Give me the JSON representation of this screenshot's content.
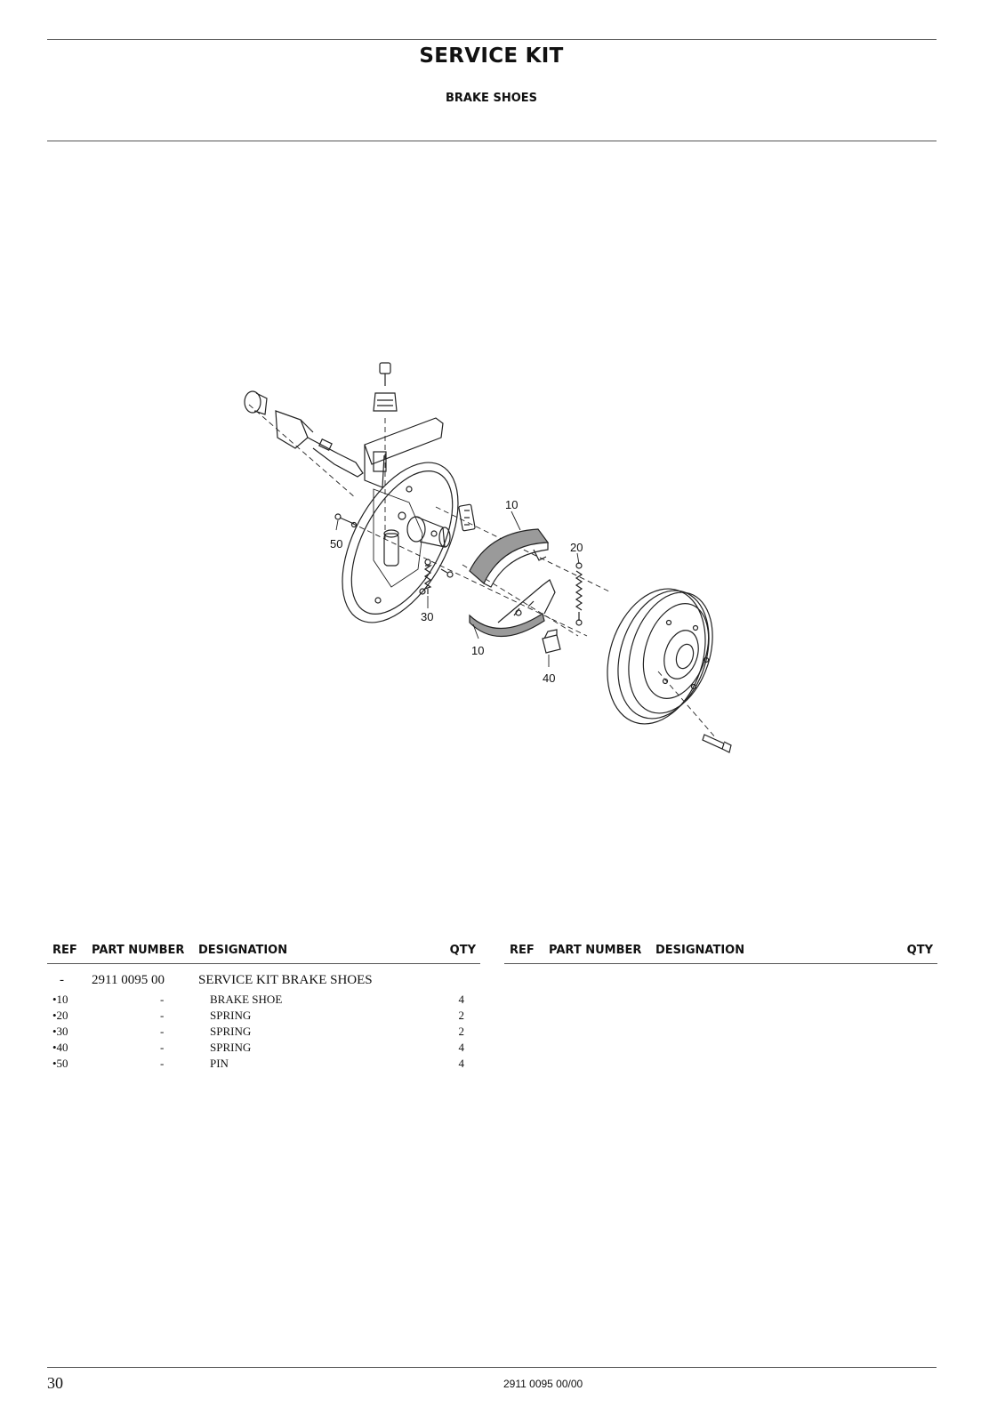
{
  "header": {
    "title": "SERVICE KIT",
    "subtitle": "BRAKE SHOES"
  },
  "diagram": {
    "callouts": [
      "10",
      "20",
      "50",
      "30",
      "10",
      "40"
    ]
  },
  "table_headers": {
    "ref": "REF",
    "part_number": "PART NUMBER",
    "designation": "DESIGNATION",
    "qty": "QTY"
  },
  "parts": {
    "kit": {
      "ref": "-",
      "part_number": "2911 0095 00",
      "designation": "SERVICE KIT BRAKE SHOES",
      "qty": ""
    },
    "items": [
      {
        "ref": "•10",
        "part_number": "-",
        "designation": "BRAKE SHOE",
        "qty": "4"
      },
      {
        "ref": "•20",
        "part_number": "-",
        "designation": "SPRING",
        "qty": "2"
      },
      {
        "ref": "•30",
        "part_number": "-",
        "designation": "SPRING",
        "qty": "2"
      },
      {
        "ref": "•40",
        "part_number": "-",
        "designation": "SPRING",
        "qty": "4"
      },
      {
        "ref": "•50",
        "part_number": "-",
        "designation": "PIN",
        "qty": "4"
      }
    ]
  },
  "footer": {
    "page_number": "30",
    "doc_code": "2911 0095 00/00"
  }
}
